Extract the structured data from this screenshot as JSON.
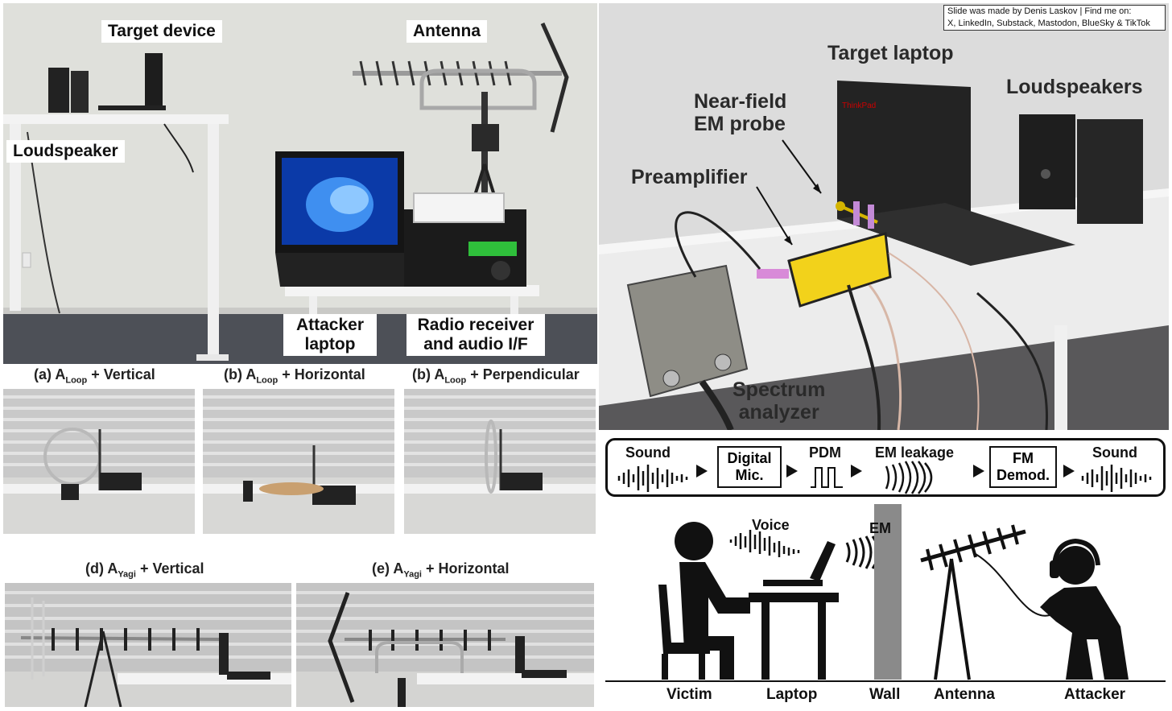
{
  "credit": {
    "line1": "Slide was made by Denis Laskov | Find me on:",
    "line2": "X, LinkedIn, Substack, Mastodon, BlueSky & TikTok"
  },
  "left_photo": {
    "target_device": "Target device",
    "antenna": "Antenna",
    "loudspeaker": "Loudspeaker",
    "attacker_laptop_1": "Attacker",
    "attacker_laptop_2": "laptop",
    "radio_1": "Radio receiver",
    "radio_2": "and audio I/F"
  },
  "captions": [
    {
      "prefix": "(a) A",
      "sub": "Loop",
      "suffix": " + Vertical"
    },
    {
      "prefix": "(b) A",
      "sub": "Loop",
      "suffix": " + Horizontal"
    },
    {
      "prefix": "(b) A",
      "sub": "Loop",
      "suffix": " + Perpendicular"
    },
    {
      "prefix": "(d) A",
      "sub": "Yagi",
      "suffix": " + Vertical"
    },
    {
      "prefix": "(e) A",
      "sub": "Yagi",
      "suffix": " + Horizontal"
    }
  ],
  "right_photo": {
    "target_laptop": "Target laptop",
    "loudspeakers": "Loudspeakers",
    "probe_1": "Near-field",
    "probe_2": "EM probe",
    "preamplifier": "Preamplifier",
    "spectrum_1": "Spectrum",
    "spectrum_2": "analyzer",
    "logo_text": "ThinkPad"
  },
  "flow": {
    "sound_in": "Sound",
    "mic_1": "Digital",
    "mic_2": "Mic.",
    "pdm": "PDM",
    "em_leakage": "EM leakage",
    "fm_1": "FM",
    "fm_2": "Demod.",
    "sound_out": "Sound"
  },
  "scene": {
    "voice": "Voice",
    "em": "EM",
    "victim": "Victim",
    "laptop": "Laptop",
    "wall": "Wall",
    "antenna": "Antenna",
    "attacker": "Attacker"
  }
}
